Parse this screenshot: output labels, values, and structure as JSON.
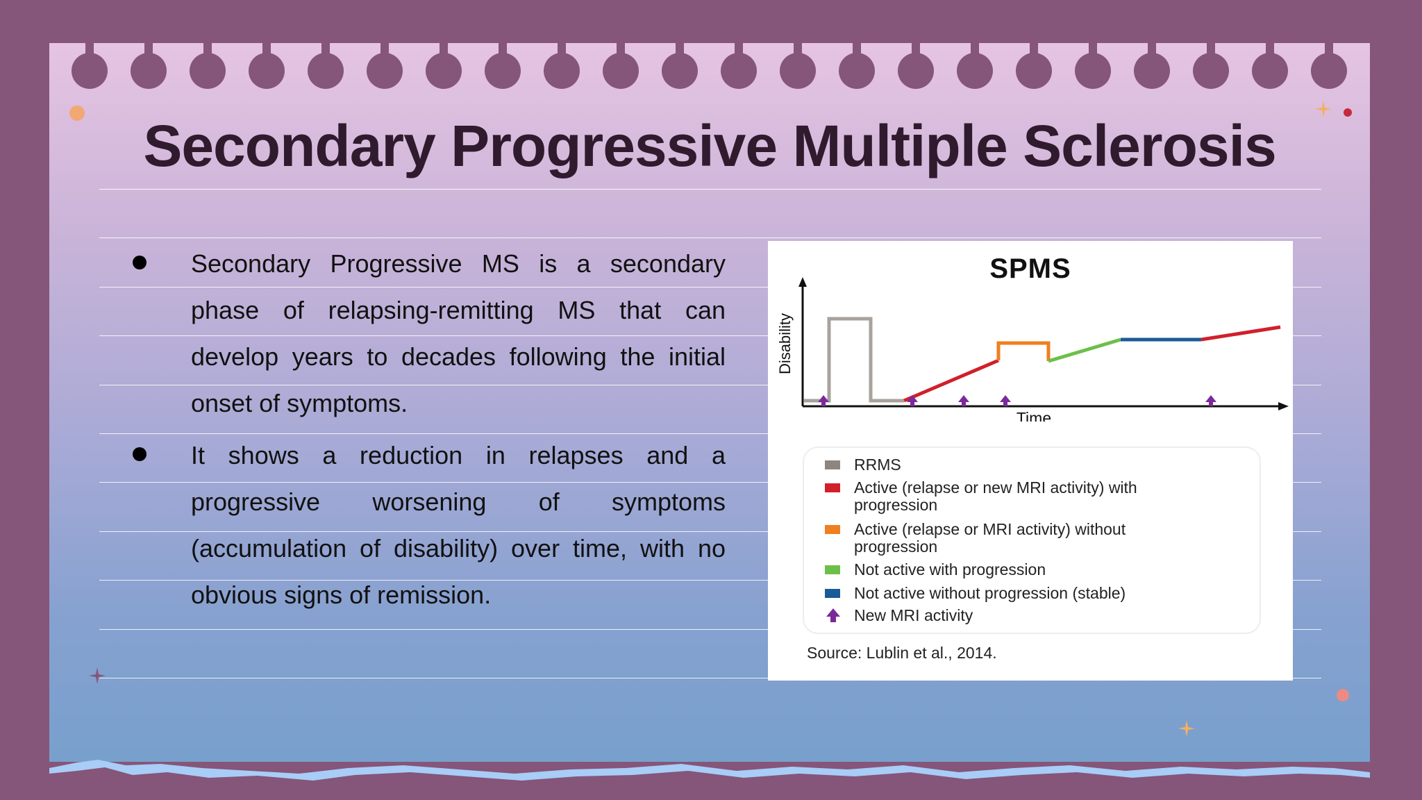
{
  "slide": {
    "title": "Secondary Progressive Multiple Sclerosis",
    "bullets": [
      "Secondary Progressive MS is a secondary phase of relapsing-remitting MS that can develop years to decades following the initial onset of symptoms.",
      "It shows a reduction in relapses and a progressive worsening of symptoms (accumulation of disability) over time, with no obvious signs of remission."
    ]
  },
  "figure": {
    "title": "SPMS",
    "y_axis_label": "Disability",
    "x_axis_label": "Time",
    "legend": [
      {
        "color": "#8c8580",
        "label": "RRMS"
      },
      {
        "color": "#d0202a",
        "label": "Active (relapse or new MRI activity) with progression"
      },
      {
        "color": "#f07f20",
        "label": "Active (relapse or MRI activity) without progression"
      },
      {
        "color": "#6cc04a",
        "label": "Not active with progression"
      },
      {
        "color": "#1a5a96",
        "label": "Not active without progression (stable)"
      },
      {
        "color": "#7a2a9a",
        "label": "New MRI activity",
        "icon": "up-arrow-icon"
      }
    ],
    "source": "Source: Lublin et al., 2014."
  },
  "colors": {
    "background": "#85557a",
    "title": "#2f1b2d",
    "accent_orange": "#f4a460",
    "accent_red": "#c8283e"
  }
}
